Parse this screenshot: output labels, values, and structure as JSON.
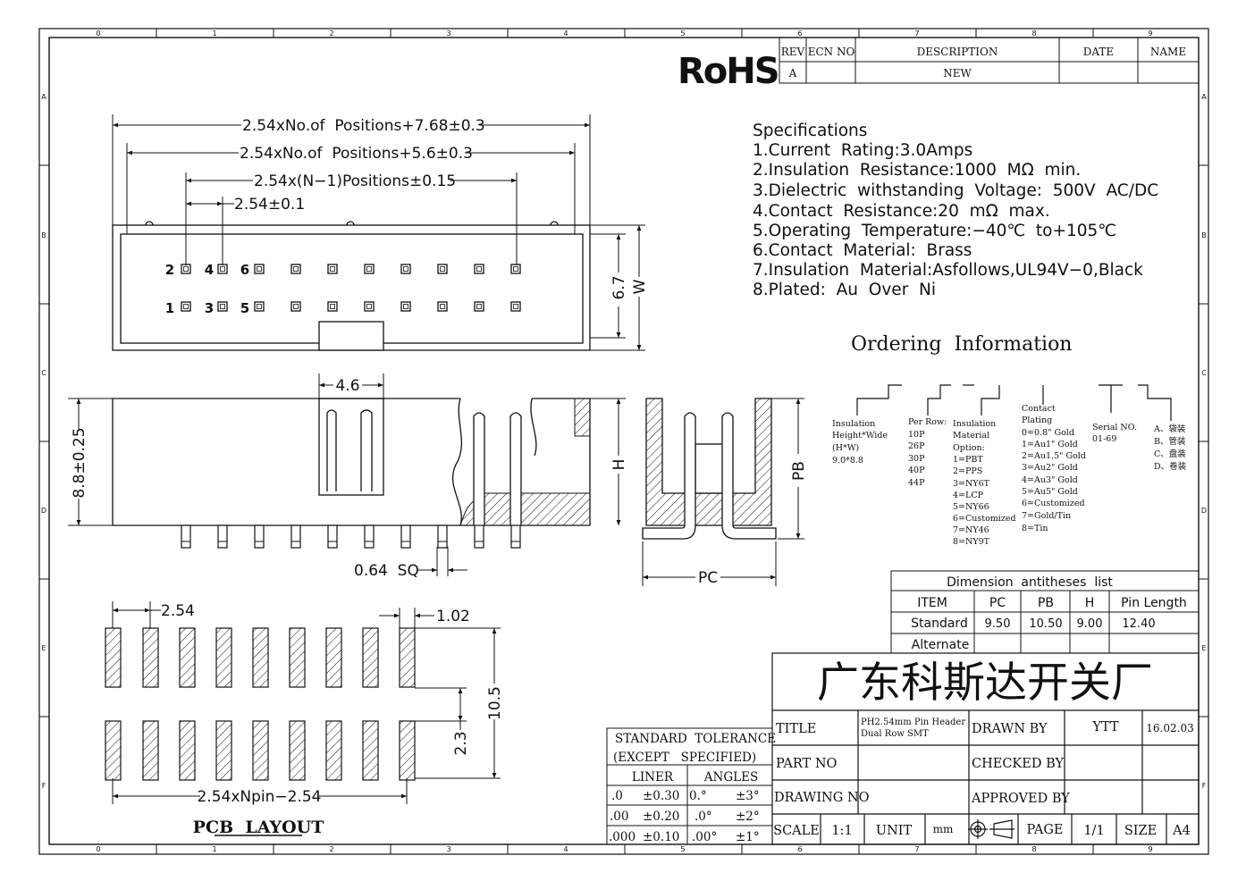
{
  "frame": {
    "col_labels": [
      "0",
      "1",
      "2",
      "3",
      "4",
      "5",
      "6",
      "7",
      "8",
      "9"
    ],
    "row_labels": [
      "A",
      "B",
      "C",
      "D",
      "E",
      "F"
    ]
  },
  "rohs": "RoHS",
  "revision_table": {
    "headers": [
      "REV",
      "ECN NO",
      "DESCRIPTION",
      "DATE",
      "NAME"
    ],
    "row": [
      "A",
      "",
      "NEW",
      "",
      ""
    ]
  },
  "specifications": {
    "title": "Specifications",
    "lines": [
      "1.Current  Rating:3.0Amps",
      "2.Insulation  Resistance:1000  MΩ  min.",
      "3.Dielectric  withstanding  Voltage:  500V  AC/DC",
      "4.Contact  Resistance:20  mΩ  max.",
      "5.Operating  Temperature:−40℃  to+105℃",
      "6.Contact  Material:  Brass",
      "7.Insulation  Material:Asfollows,UL94V−0,Black",
      "8.Plated:  Au  Over  Ni"
    ]
  },
  "ordering": {
    "title": "Ordering  Information",
    "insulation_height": [
      "Insulation",
      "Height*Wide",
      "(H*W)",
      "9.0*8.8"
    ],
    "per_row": [
      "Per Row:",
      "10P",
      "26P",
      "30P",
      "40P",
      "44P"
    ],
    "insulation_material": [
      "Insulation",
      "Material",
      "Option:",
      "1=PBT",
      "2=PPS",
      "3=NY6T",
      "4=LCP",
      "5=NY66",
      "6=Customized",
      "7=NY46",
      "8=NY9T"
    ],
    "contact_plating": [
      "Contact",
      "Plating",
      "0=0.8\" Gold",
      "1=Au1\" Gold",
      "2=Au1.5\" Gold",
      "3=Au2\" Gold",
      "4=Au3\" Gold",
      "5=Au5\" Gold",
      "6=Customized",
      "7=Gold/Tin",
      "8=Tin"
    ],
    "serial_no": [
      "Serial NO.",
      "01-69"
    ],
    "packaging": [
      "A、袋装",
      "B、管装",
      "C、盘装",
      "D、卷装"
    ]
  },
  "dims_top": {
    "d1": "2.54xNo.of  Positions+7.68±0.3",
    "d2": "2.54xNo.of  Positions+5.6±0.3",
    "d3": "2.54x(N−1)Positions±0.15",
    "d4": "2.54±0.1",
    "h1": "6.7",
    "w": "W",
    "pins_top": [
      "2",
      "4",
      "6"
    ],
    "pins_bottom": [
      "1",
      "3",
      "5"
    ]
  },
  "dims_side": {
    "d46": "4.6",
    "d88": "8.8±0.25",
    "h": "H",
    "sq": "0.64  SQ",
    "pb": "PB",
    "pc": "PC"
  },
  "pcb": {
    "d254": "2.54",
    "d102": "1.02",
    "d105": "10.5",
    "d23": "2.3",
    "dn": "2.54xNpin−2.54",
    "label": "PCB  LAYOUT"
  },
  "dim_list": {
    "title": "Dimension  antitheses  list",
    "headers": [
      "ITEM",
      "PC",
      "PB",
      "H",
      "Pin Length"
    ],
    "rows": [
      [
        "Standard",
        "9.50",
        "10.50",
        "9.00",
        "12.40"
      ],
      [
        "Alternate",
        "",
        "",
        "",
        ""
      ]
    ]
  },
  "tolerance": {
    "title1": "STANDARD  TOLERANCE",
    "title2": "(EXCEPT   SPECIFIED)",
    "liner": "LINER",
    "angles": "ANGLES",
    "rows": [
      [
        ".0",
        "±0.30",
        "0.°",
        "±3°"
      ],
      [
        ".00",
        "±0.20",
        ".0°",
        "±2°"
      ],
      [
        ".000",
        "±0.10",
        ".00°",
        "±1°"
      ]
    ]
  },
  "title_block": {
    "company": "广东科斯达开关厂",
    "title_label": "TITLE",
    "title_value_1": "PH2.54mm Pin Header",
    "title_value_2": "Dual Row SMT",
    "drawn_by_label": "DRAWN BY",
    "drawn_by": "YTT",
    "date": "16.02.03",
    "part_no_label": "PART NO",
    "checked_by_label": "CHECKED BY",
    "drawing_no_label": "DRAWING NO",
    "approved_by_label": "APPROVED BY",
    "scale_label": "SCALE",
    "scale": "1:1",
    "unit_label": "UNIT",
    "unit": "mm",
    "page_label": "PAGE",
    "page": "1/1",
    "size_label": "SIZE",
    "size": "A4"
  }
}
